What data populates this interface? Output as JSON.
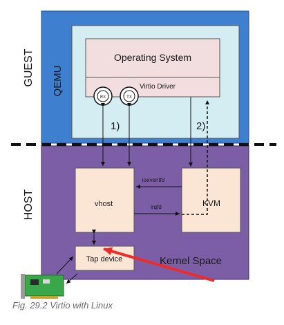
{
  "diagram": {
    "guest_label": "GUEST",
    "host_label": "HOST",
    "qemu_label": "QEMU",
    "os_label": "Operating System",
    "virtio_driver_label": "Virtio Driver",
    "rx_label": "RX",
    "tx_label": "TX",
    "path1_label": "1)",
    "path2_label": "2)",
    "vhost_label": "vhost",
    "kvm_label": "KVM",
    "ioeventfd_label": "ioeventfd",
    "irqfd_label": "irqfd",
    "tap_label": "Tap device",
    "kernel_space_label": "Kernel Space"
  },
  "caption": "Fig. 29.2 Virtio with Linux",
  "colors": {
    "guest_blue": "#3f7fd0",
    "qemu_light": "#d4edf2",
    "os_pink": "#f2dede",
    "host_purple": "#7b5ea6",
    "box_cream": "#fbe6d6",
    "arrow_red": "#ee2b2b",
    "nic_green": "#3aa84a"
  }
}
